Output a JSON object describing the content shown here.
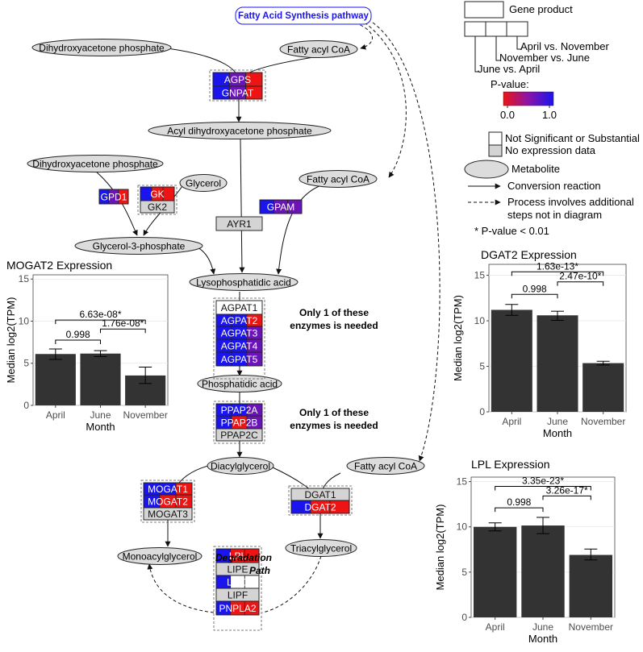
{
  "pathway_link": "Fatty Acid Synthesis pathway",
  "colors": {
    "blue": "#1a14ee",
    "red": "#ee1414",
    "purple": "#6a14b8",
    "grey": "#d4d4d4",
    "white": "#ffffff"
  },
  "metabolites": [
    {
      "id": "dhap1",
      "label": "Dihydroxyacetone phosphate"
    },
    {
      "id": "facoa1",
      "label": "Fatty acyl CoA"
    },
    {
      "id": "adhap",
      "label": "Acyl dihydroxyacetone phosphate"
    },
    {
      "id": "dhap2",
      "label": "Dihydroxyacetone phosphate"
    },
    {
      "id": "glycerol",
      "label": "Glycerol"
    },
    {
      "id": "facoa2",
      "label": "Fatty acyl CoA"
    },
    {
      "id": "g3p",
      "label": "Glycerol-3-phosphate"
    },
    {
      "id": "lpa",
      "label": "Lysophosphatidic acid"
    },
    {
      "id": "pa",
      "label": "Phosphatidic acid"
    },
    {
      "id": "dag",
      "label": "Diacylglycerol"
    },
    {
      "id": "facoa3",
      "label": "Fatty acyl CoA"
    },
    {
      "id": "mag",
      "label": "Monoacylglycerol"
    },
    {
      "id": "tag",
      "label": "Triacylglycerol"
    }
  ],
  "genes": [
    {
      "label": "AGPS",
      "colors": [
        "blue",
        "purple",
        "red"
      ]
    },
    {
      "label": "GNPAT",
      "colors": [
        "blue",
        "purple",
        "red"
      ]
    },
    {
      "label": "GPD1",
      "colors": [
        "blue",
        "purple",
        "red"
      ]
    },
    {
      "label": "GK",
      "colors": [
        "blue",
        "red",
        "red"
      ]
    },
    {
      "label": "GK2",
      "colors": [
        "grey"
      ]
    },
    {
      "label": "AYR1",
      "colors": [
        "grey"
      ]
    },
    {
      "label": "GPAM",
      "colors": [
        "blue",
        "purple",
        "purple"
      ]
    },
    {
      "label": "AGPAT1",
      "colors": [
        "white"
      ]
    },
    {
      "label": "AGPAT2",
      "colors": [
        "blue",
        "blue",
        "red"
      ]
    },
    {
      "label": "AGPAT3",
      "colors": [
        "blue",
        "blue",
        "purple"
      ]
    },
    {
      "label": "AGPAT4",
      "colors": [
        "blue",
        "blue",
        "purple"
      ]
    },
    {
      "label": "AGPAT5",
      "colors": [
        "blue",
        "blue",
        "purple"
      ]
    },
    {
      "label": "PPAP2A",
      "colors": [
        "blue",
        "blue",
        "purple"
      ]
    },
    {
      "label": "PPAP2B",
      "colors": [
        "blue",
        "red",
        "purple"
      ]
    },
    {
      "label": "PPAP2C",
      "colors": [
        "grey"
      ]
    },
    {
      "label": "MOGAT1",
      "colors": [
        "blue",
        "blue",
        "red"
      ]
    },
    {
      "label": "MOGAT2",
      "colors": [
        "blue",
        "red",
        "red"
      ]
    },
    {
      "label": "MOGAT3",
      "colors": [
        "grey"
      ]
    },
    {
      "label": "DGAT1",
      "colors": [
        "grey"
      ]
    },
    {
      "label": "DGAT2",
      "colors": [
        "blue",
        "red",
        "red"
      ]
    },
    {
      "label": "LPL",
      "colors": [
        "blue",
        "red",
        "red"
      ]
    },
    {
      "label": "LIPE",
      "colors": [
        "grey"
      ]
    },
    {
      "label": "LIPC",
      "colors": [
        "blue",
        "white",
        "white"
      ]
    },
    {
      "label": "LIPF",
      "colors": [
        "grey"
      ]
    },
    {
      "label": "PNPLA2",
      "colors": [
        "blue",
        "red",
        "red"
      ]
    }
  ],
  "notes": {
    "agpat_line1": "Only 1 of these",
    "agpat_line2": "enzymes is needed",
    "ppap_line1": "Only 1 of these",
    "ppap_line2": "enzymes is needed",
    "degradation_line1": "Degradation",
    "degradation_line2": "Path"
  },
  "legend": {
    "gene_product": "Gene product",
    "april_vs_november": "April vs. November",
    "november_vs_june": "November vs. June",
    "june_vs_april": "June vs. April",
    "pvalue_title": "P-value:",
    "pvalue_min": "0.0",
    "pvalue_max": "1.0",
    "not_significant": "Not Significant or Substantial",
    "no_expression": "No expression data",
    "metabolite": "Metabolite",
    "conversion": "Conversion reaction",
    "process_line1": "Process involves additional",
    "process_line2": "steps not in diagram",
    "pvalue_note": "*  P-value < 0.01"
  },
  "chart_data": [
    {
      "type": "bar",
      "title": "MOGAT2 Expression",
      "categories": [
        "April",
        "June",
        "November"
      ],
      "values": [
        6.1,
        6.15,
        3.55
      ],
      "errors": [
        [
          5.45,
          6.7
        ],
        [
          5.8,
          6.5
        ],
        [
          2.6,
          4.55
        ]
      ],
      "ylim": [
        0,
        15.5
      ],
      "yticks": [
        0,
        5,
        10,
        15
      ],
      "xlabel": "Month",
      "ylabel": "Median log2(TPM)",
      "brackets": [
        {
          "from": 0,
          "to": 1,
          "label": "0.998"
        },
        {
          "from": 1,
          "to": 2,
          "label": "1.76e-08*"
        },
        {
          "from": 0,
          "to": 2,
          "label": "6.63e-08*"
        }
      ]
    },
    {
      "type": "bar",
      "title": "DGAT2 Expression",
      "categories": [
        "April",
        "June",
        "November"
      ],
      "values": [
        11.2,
        10.6,
        5.35
      ],
      "errors": [
        [
          10.6,
          11.8
        ],
        [
          10.05,
          11.05
        ],
        [
          5.15,
          5.55
        ]
      ],
      "ylim": [
        0,
        16.2
      ],
      "yticks": [
        0,
        5,
        10,
        15
      ],
      "xlabel": "Month",
      "ylabel": "Median log2(TPM)",
      "brackets": [
        {
          "from": 0,
          "to": 1,
          "label": "0.998"
        },
        {
          "from": 1,
          "to": 2,
          "label": "2.47e-10*"
        },
        {
          "from": 0,
          "to": 2,
          "label": "1.63e-13*"
        }
      ]
    },
    {
      "type": "bar",
      "title": "LPL Expression",
      "categories": [
        "April",
        "June",
        "November"
      ],
      "values": [
        10.0,
        10.15,
        6.9
      ],
      "errors": [
        [
          9.55,
          10.45
        ],
        [
          9.25,
          11.05
        ],
        [
          6.35,
          7.55
        ]
      ],
      "ylim": [
        0,
        15.5
      ],
      "yticks": [
        0,
        5,
        10,
        15
      ],
      "xlabel": "Month",
      "ylabel": "Median log2(TPM)",
      "brackets": [
        {
          "from": 0,
          "to": 1,
          "label": "0.998"
        },
        {
          "from": 1,
          "to": 2,
          "label": "3.26e-17*"
        },
        {
          "from": 0,
          "to": 2,
          "label": "3.35e-23*"
        }
      ]
    }
  ]
}
